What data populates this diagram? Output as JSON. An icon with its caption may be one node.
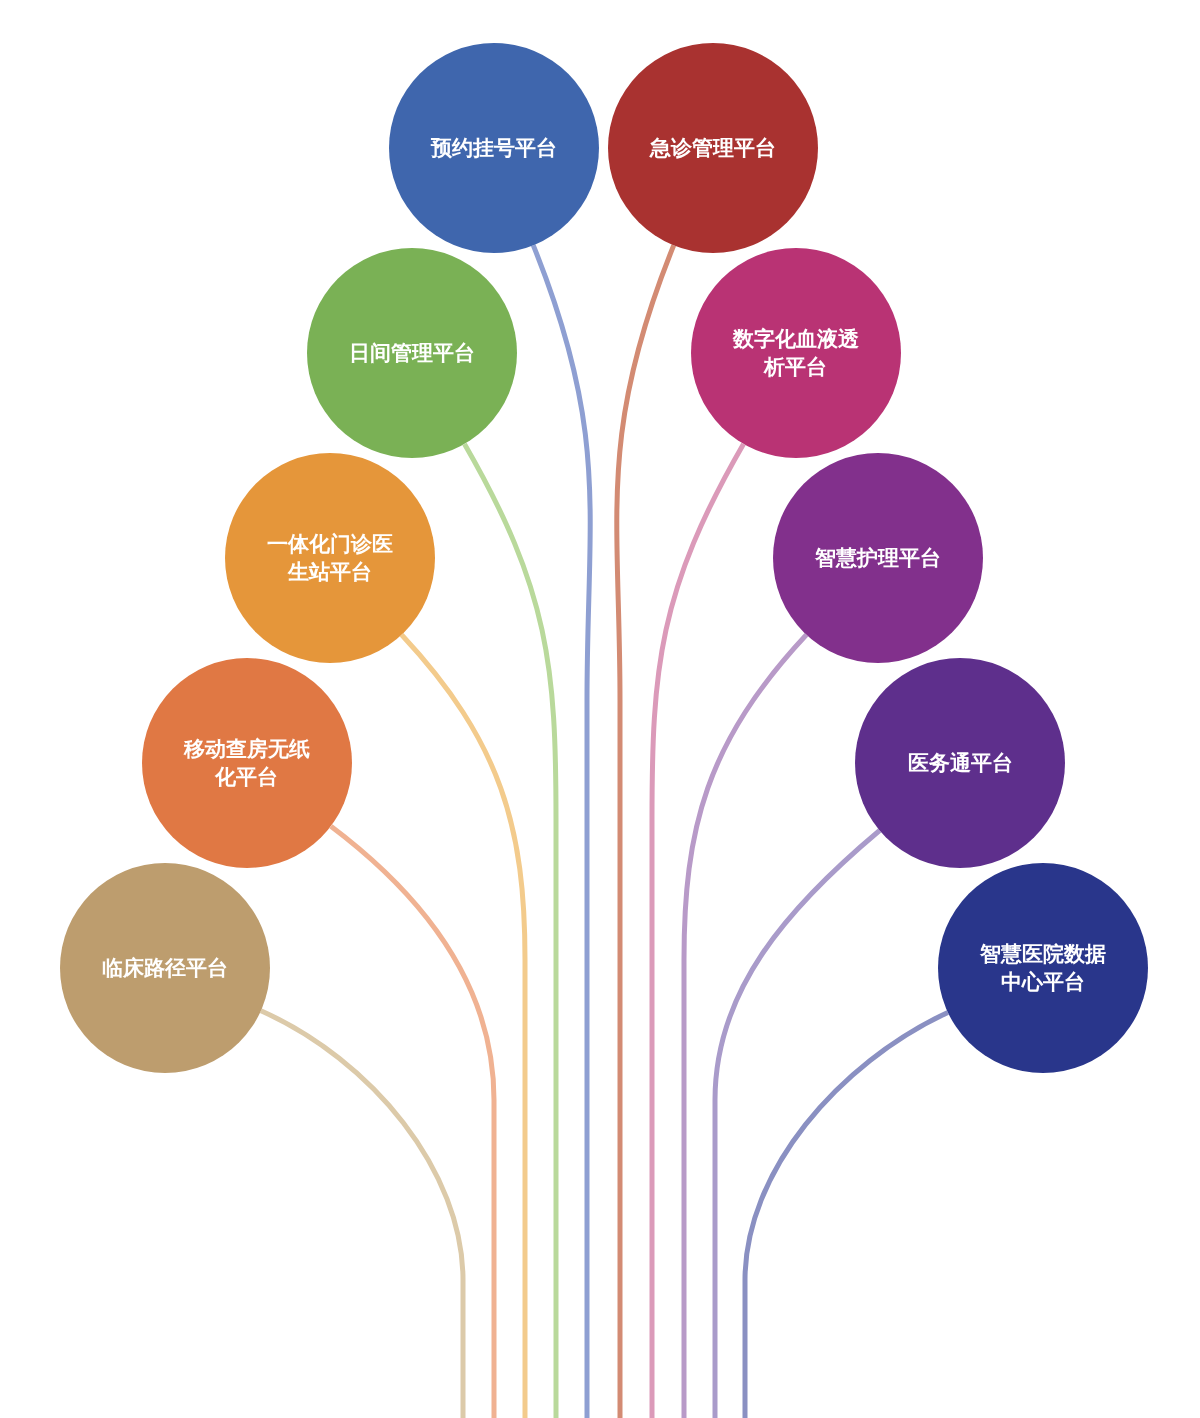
{
  "diagram": {
    "nodes": [
      {
        "text": [
          "预约挂号平台"
        ]
      },
      {
        "text": [
          "急诊管理平台"
        ]
      },
      {
        "text": [
          "日间管理平台"
        ]
      },
      {
        "text": [
          "数字化血液透析平台"
        ]
      },
      {
        "text": [
          "一体化门诊医生站平台"
        ]
      },
      {
        "text": [
          "智慧护理平台"
        ]
      },
      {
        "text": [
          "移动查房无纸化平台"
        ]
      },
      {
        "text": [
          "医务通平台"
        ]
      },
      {
        "text": [
          "临床路径平台"
        ]
      },
      {
        "text": [
          "智慧医院数据中心平台"
        ]
      }
    ],
    "edges": [
      {
        "from": 0,
        "to": null,
        "arrow": "none",
        "color": "#8e9fd2"
      },
      {
        "from": 1,
        "to": null,
        "arrow": "none",
        "color": "#d38b73"
      },
      {
        "from": 2,
        "to": null,
        "arrow": "none",
        "color": "#b9d99b"
      },
      {
        "from": 3,
        "to": null,
        "arrow": "none",
        "color": "#db9ab9"
      },
      {
        "from": 4,
        "to": null,
        "arrow": "none",
        "color": "#f3cb8c"
      },
      {
        "from": 5,
        "to": null,
        "arrow": "none",
        "color": "#b89ac8"
      },
      {
        "from": 6,
        "to": null,
        "arrow": "none",
        "color": "#f0b292"
      },
      {
        "from": 7,
        "to": null,
        "arrow": "none",
        "color": "#a99bca"
      },
      {
        "from": 8,
        "to": null,
        "arrow": "none",
        "color": "#dccaa9"
      },
      {
        "from": 9,
        "to": null,
        "arrow": "none",
        "color": "#8a90c2"
      }
    ]
  }
}
